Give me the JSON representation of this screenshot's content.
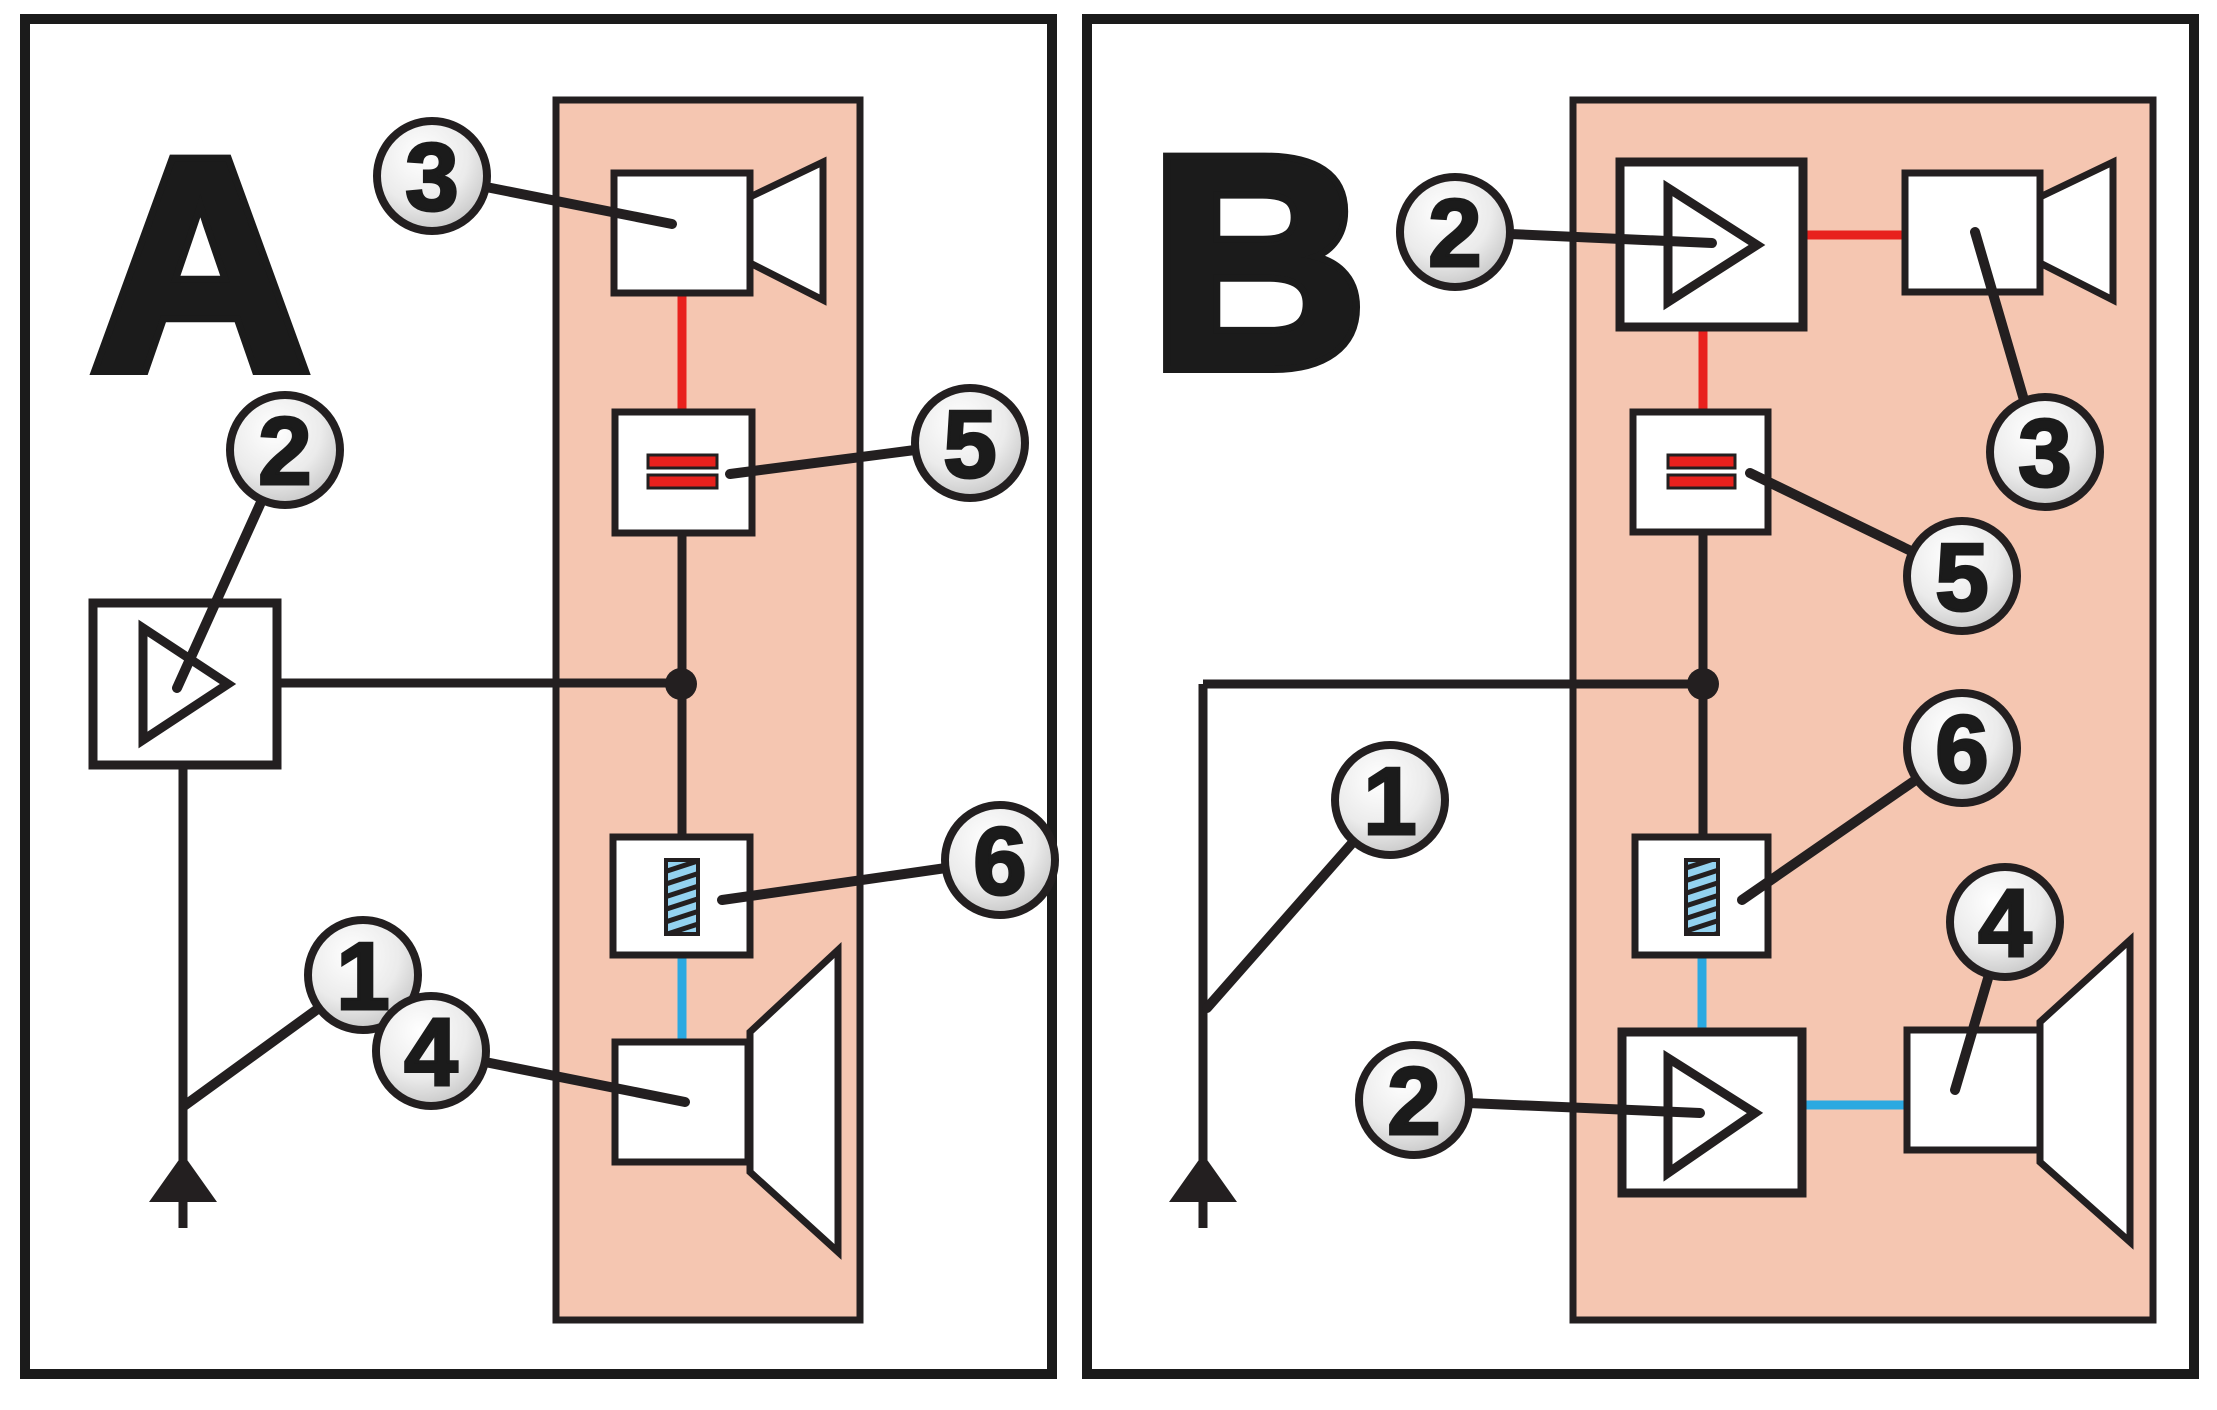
{
  "figure": {
    "panel_a": {
      "label": "A",
      "callouts": {
        "c1": "1",
        "c2": "2",
        "c3": "3",
        "c4": "4",
        "c5": "5",
        "c6": "6"
      }
    },
    "panel_b": {
      "label": "B",
      "callouts": {
        "c1": "1",
        "c2_top": "2",
        "c2_bottom": "2",
        "c3": "3",
        "c4": "4",
        "c5": "5",
        "c6": "6"
      }
    },
    "colors": {
      "enclosure_fill": "#f5c6b1",
      "highpass_red": "#e8211d",
      "lowpass_blue": "#2ba9e1",
      "coil_fill": "#93d2f0",
      "outline": "#231f20"
    }
  }
}
